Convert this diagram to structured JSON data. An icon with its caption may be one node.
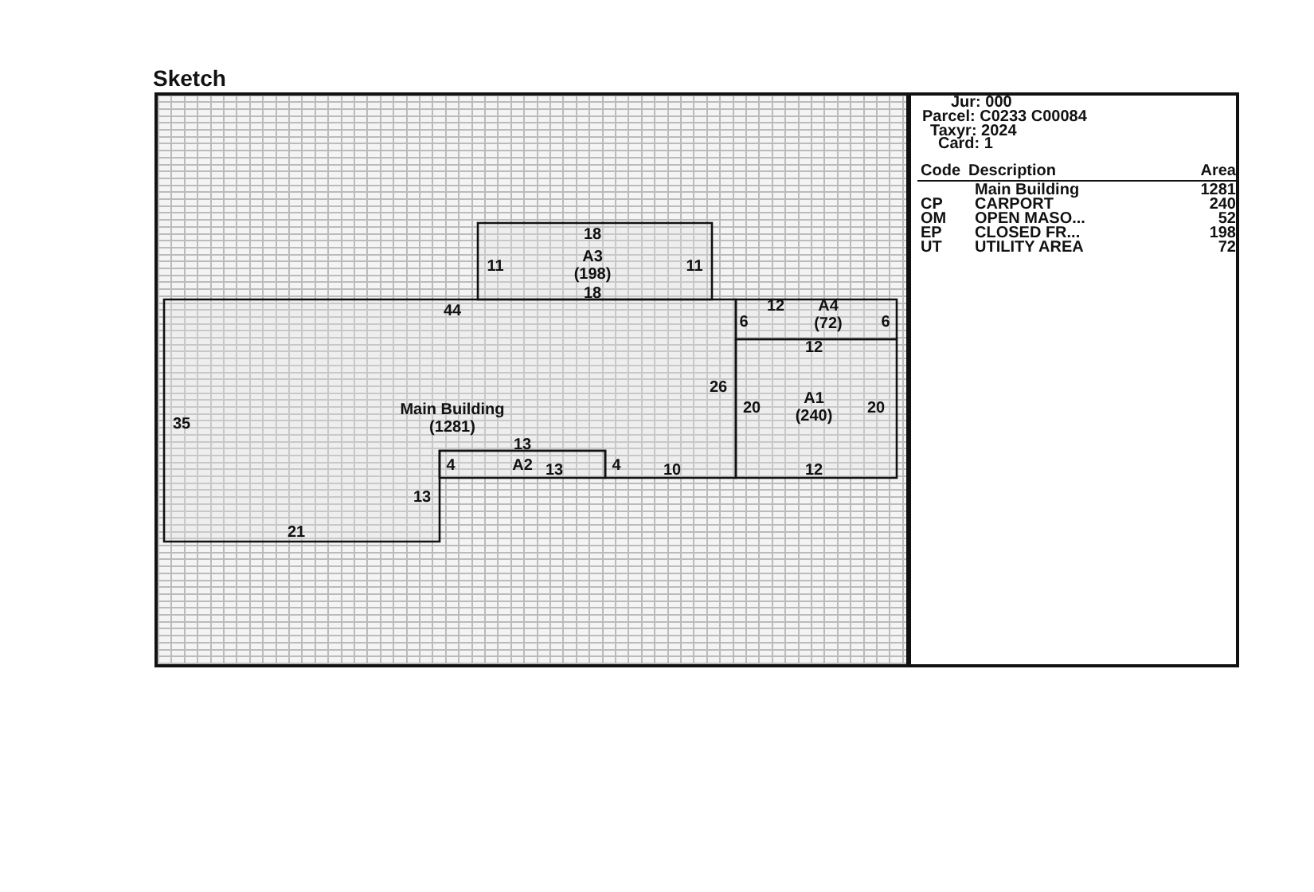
{
  "diagram": {
    "title": "Sketch",
    "nodes": [
      {
        "text": [
          "Main Building",
          "(1281)"
        ]
      },
      {
        "text": [
          "A3",
          "(198)"
        ]
      },
      {
        "text": [
          "A4",
          "(72)"
        ]
      },
      {
        "text": [
          "A1",
          "(240)"
        ]
      },
      {
        "text": [
          "A2"
        ]
      }
    ],
    "labels": [
      "18",
      "11",
      "11",
      "18",
      "44",
      "12",
      "6",
      "6",
      "12",
      "26",
      "20",
      "20",
      "35",
      "13",
      "4",
      "13",
      "4",
      "10",
      "12",
      "13",
      "21",
      "Jur: 000",
      "Parcel: C0233 C00084",
      "Taxyr: 2024",
      "Card: 1",
      "Code",
      "Description",
      "Area",
      "Main Building",
      "1281",
      "CP",
      "CARPORT",
      "240",
      "OM",
      "OPEN MASO...",
      "52",
      "EP",
      "CLOSED FR...",
      "198",
      "UT",
      "UTILITY AREA",
      "72"
    ]
  }
}
